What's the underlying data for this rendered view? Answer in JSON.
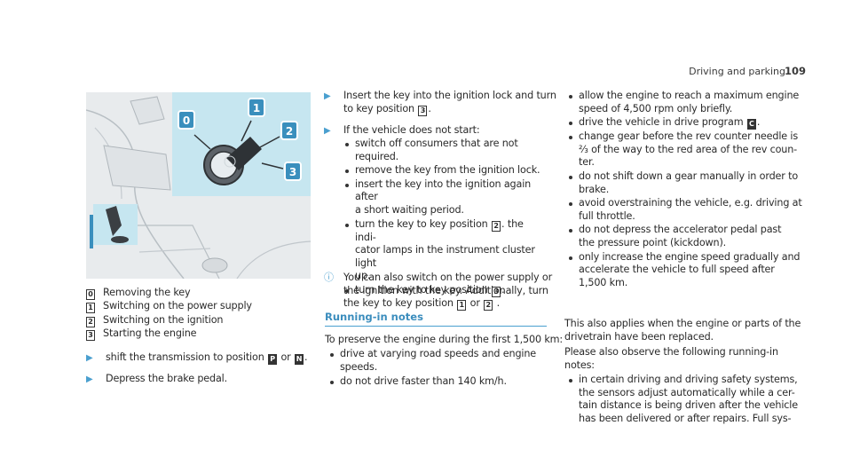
{
  "header": {
    "title": "Driving and parking",
    "page_number": "109"
  },
  "legend": [
    {
      "key": "0",
      "text": "Removing the key"
    },
    {
      "key": "1",
      "text": "Switching on the power supply"
    },
    {
      "key": "2",
      "text": "Switching on the ignition"
    },
    {
      "key": "3",
      "text": "Starting the engine"
    }
  ],
  "left_steps": {
    "step1_a": "shift the transmission to position",
    "step1_p": "P",
    "step1_or": "or",
    "step1_n": "N",
    "step1_end": ".",
    "step2": "Depress the brake pedal."
  },
  "middle": {
    "step3_l1": "Insert the key into the ignition lock and turn",
    "step3_l2a": "to key position",
    "step3_k": "3",
    "step3_end": ".",
    "step4": "If the vehicle does not start:",
    "bullets": [
      [
        "switch off consumers that are not",
        "required."
      ],
      [
        "remove the key from the ignition lock."
      ],
      [
        "insert the key into the ignition again after",
        "a short waiting period."
      ],
      [
        "turn the key to key position",
        "2",
        ". the indi-",
        "cator lamps in the instrument cluster light",
        "up."
      ],
      [
        "turn the key to key position",
        "3",
        "."
      ]
    ],
    "info_l1": "You can also switch on the power supply or",
    "info_l2": "the ignition with the key. Additionally, turn",
    "info_l3a": "the key to key position",
    "info_k1": "1",
    "info_or": "or",
    "info_k2": "2",
    "info_end": ".",
    "section_title": "Running-in notes",
    "intro": "To preserve the engine during the first 1,500 km:",
    "ri_bullets": [
      [
        "drive at varying road speeds and engine",
        "speeds."
      ],
      [
        "do not drive faster than 140 km/h."
      ]
    ]
  },
  "right": {
    "b1": [
      "allow the engine to reach a maximum engine",
      "speed of 4,500 rpm only briefly."
    ],
    "b2a": "drive the vehicle in drive program",
    "b2k": "C",
    "b2end": ".",
    "b3": [
      "change gear before the rev counter needle is",
      "⅔ of the way to the red area of the rev coun-",
      "ter."
    ],
    "b4": [
      "do not shift down a gear manually in order to",
      "brake."
    ],
    "b5": [
      "avoid overstraining the vehicle, e.g. driving at",
      "full throttle."
    ],
    "b6": [
      "do not depress the accelerator pedal past",
      "the pressure point (kickdown)."
    ],
    "b7": [
      "only increase the engine speed gradually and",
      "accelerate the vehicle to full speed after",
      "1,500 km."
    ],
    "p1": [
      "This also applies when the engine or parts of the",
      "drivetrain have been replaced."
    ],
    "p2": [
      "Please also observe the following running-in",
      "notes:"
    ],
    "b8": [
      "in certain driving and driving safety systems,",
      "the sensors adjust automatically while a cer-",
      "tain distance is being driven after the vehicle",
      "has been delivered or after repairs. Full sys-"
    ]
  },
  "figure": {
    "callouts": [
      "0",
      "1",
      "2",
      "3"
    ],
    "accent": "#4a9fcf",
    "highlight": "#c6e6f0"
  },
  "glyphs": {
    "arrow": "▶",
    "info": "ⓘ"
  }
}
